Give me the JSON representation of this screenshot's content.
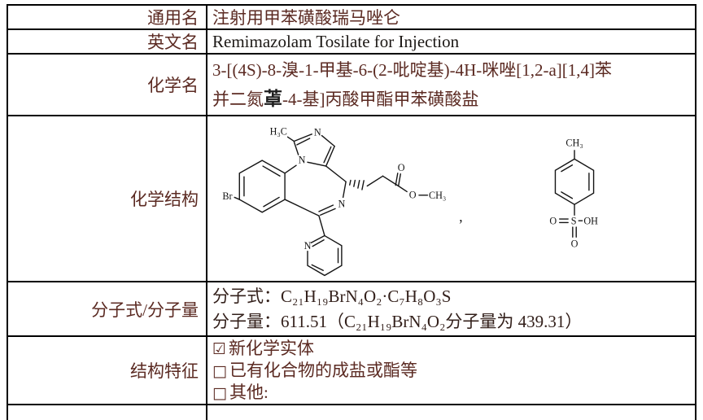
{
  "colors": {
    "background": "#ffffff",
    "table_border": "#000000",
    "chinese_text": "#5b2a22",
    "english_text": "#1c1815",
    "structure_lines": "#141414"
  },
  "rows": {
    "generic": {
      "label": "通用名",
      "value": "注射用甲苯磺酸瑞马唑仑"
    },
    "english": {
      "label": "英文名",
      "value": "Remimazolam Tosilate for Injection"
    },
    "chem_name": {
      "label": "化学名",
      "line1": "3-[(4S)-8-溴-1-甲基-6-(2-吡啶基)-4H-咪唑[1,2-a][1,4]苯",
      "line2_pre": "并二氮",
      "line2_char": "䓬",
      "line2_post": "-4-基]丙酸甲酯甲苯磺酸盐"
    },
    "structure": {
      "label": "化学结构"
    },
    "molecular": {
      "label": "分子式/分子量",
      "formula_label": "分子式：",
      "formula": "C₂₁H₁₉BrN₄O₂·C₇H₈O₃S",
      "weight_label": "分子量：",
      "weight": "611.51（C₂₁H₁₉BrN₄O₂分子量为 439.31）"
    },
    "features": {
      "label": "结构特征",
      "items": [
        {
          "symbol": "☑",
          "text": "新化学实体"
        },
        {
          "symbol": "□",
          "text": "已有化合物的成盐或酯等"
        },
        {
          "symbol": "□",
          "text": "其他:"
        }
      ]
    }
  },
  "structure_diagram": {
    "remimazolam": {
      "h3c": "H₃C",
      "n_imidazole_top": "N",
      "n_imidazole_bottom": "N",
      "br": "Br",
      "n_diazepine": "N",
      "n_pyridine": "N",
      "o_carbonyl": "O",
      "o_ester": "O",
      "och3": "CH₃",
      "comma": ","
    },
    "tosylate": {
      "ch3": "CH₃",
      "o_left": "O",
      "s": "S",
      "oh": "OH",
      "o_bottom": "O"
    }
  }
}
